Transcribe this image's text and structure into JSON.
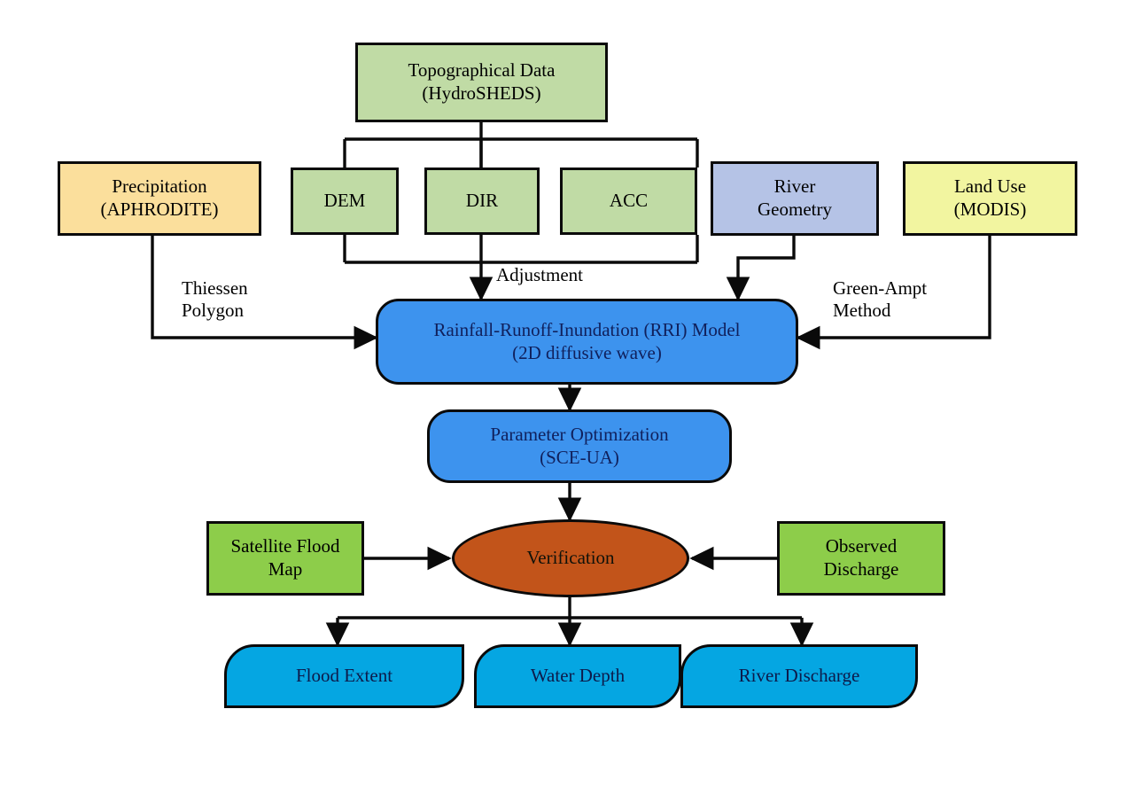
{
  "diagram": {
    "title": "Rainfall-Runoff-Inundation (RRI) modelling framework flowchart",
    "colors": {
      "topo_green": "#c0dba5",
      "precip_tan": "#fbdf9c",
      "river_lavender": "#b5c3e6",
      "landuse_yellow": "#f2f5a0",
      "observation_green": "#8dcd4a",
      "process_blue": "#3d93ee",
      "verification_orange": "#c2541a",
      "output_cyan": "#05a6e2",
      "stroke_black": "#0a0a0a",
      "process_text_navy": "#10205c",
      "background_white": "#ffffff"
    }
  },
  "nodes": {
    "topographical_data": {
      "label": "Topographical Data\n(HydroSHEDS)",
      "shape": "rectangle",
      "color": "#c0dba5"
    },
    "precipitation": {
      "label": "Precipitation\n(APHRODITE)",
      "shape": "rectangle",
      "color": "#fbdf9c"
    },
    "dem": {
      "label": "DEM",
      "shape": "rectangle",
      "color": "#c0dba5"
    },
    "dir": {
      "label": "DIR",
      "shape": "rectangle",
      "color": "#c0dba5"
    },
    "acc": {
      "label": "ACC",
      "shape": "rectangle",
      "color": "#c0dba5"
    },
    "river_geometry": {
      "label": "River\nGeometry",
      "shape": "rectangle",
      "color": "#b5c3e6"
    },
    "land_use": {
      "label": "Land Use\n(MODIS)",
      "shape": "rectangle",
      "color": "#f2f5a0"
    },
    "rri_model": {
      "label": "Rainfall-Runoff-Inundation (RRI) Model\n(2D diffusive wave)",
      "shape": "rounded-rectangle",
      "color": "#3d93ee"
    },
    "parameter_optimization": {
      "label": "Parameter Optimization\n(SCE-UA)",
      "shape": "rounded-rectangle",
      "color": "#3d93ee"
    },
    "satellite_flood_map": {
      "label": "Satellite Flood\nMap",
      "shape": "rectangle",
      "color": "#8dcd4a"
    },
    "verification": {
      "label": "Verification",
      "shape": "ellipse",
      "color": "#c2541a"
    },
    "observed_discharge": {
      "label": "Observed\nDischarge",
      "shape": "rectangle",
      "color": "#8dcd4a"
    },
    "flood_extent": {
      "label": "Flood Extent",
      "shape": "banner",
      "color": "#05a6e2"
    },
    "water_depth": {
      "label": "Water Depth",
      "shape": "banner",
      "color": "#05a6e2"
    },
    "river_discharge": {
      "label": "River Discharge",
      "shape": "banner",
      "color": "#05a6e2"
    }
  },
  "edge_labels": {
    "thiessen_polygon": "Thiessen\nPolygon",
    "adjustment": "Adjustment",
    "green_ampt": "Green-Ampt\nMethod"
  },
  "edges": [
    {
      "from": "topographical_data",
      "to": "dem",
      "label": ""
    },
    {
      "from": "topographical_data",
      "to": "dir",
      "label": ""
    },
    {
      "from": "topographical_data",
      "to": "acc",
      "label": ""
    },
    {
      "from": "dem",
      "to": "rri_model",
      "label": "Adjustment"
    },
    {
      "from": "dir",
      "to": "rri_model",
      "label": "Adjustment"
    },
    {
      "from": "acc",
      "to": "rri_model",
      "label": "Adjustment"
    },
    {
      "from": "precipitation",
      "to": "rri_model",
      "label": "Thiessen Polygon"
    },
    {
      "from": "river_geometry",
      "to": "rri_model",
      "label": ""
    },
    {
      "from": "land_use",
      "to": "rri_model",
      "label": "Green-Ampt Method"
    },
    {
      "from": "rri_model",
      "to": "parameter_optimization",
      "label": ""
    },
    {
      "from": "parameter_optimization",
      "to": "verification",
      "label": ""
    },
    {
      "from": "satellite_flood_map",
      "to": "verification",
      "label": ""
    },
    {
      "from": "observed_discharge",
      "to": "verification",
      "label": ""
    },
    {
      "from": "verification",
      "to": "flood_extent",
      "label": ""
    },
    {
      "from": "verification",
      "to": "water_depth",
      "label": ""
    },
    {
      "from": "verification",
      "to": "river_discharge",
      "label": ""
    }
  ]
}
